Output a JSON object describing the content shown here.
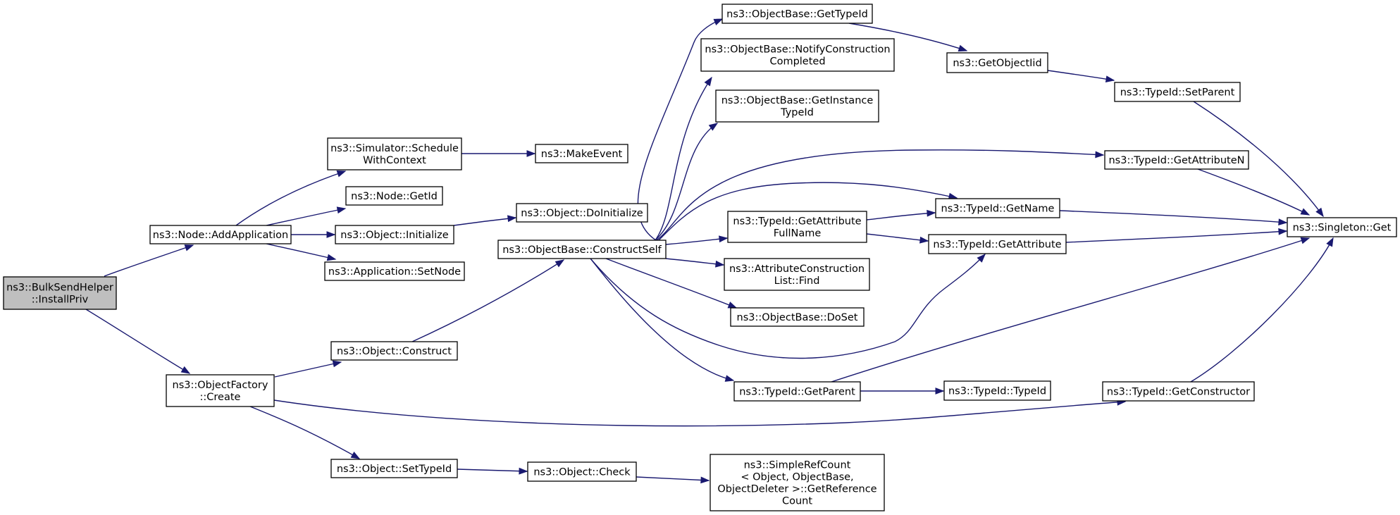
{
  "colors": {
    "edge": "#191970",
    "node_fill": "#ffffff",
    "root_fill": "#bfbfbf",
    "border": "#000000"
  },
  "nodes": [
    {
      "id": "root",
      "lines": [
        "ns3::BulkSendHelper",
        "::InstallPriv"
      ],
      "root": true
    },
    {
      "id": "addApp",
      "lines": [
        "ns3::Node::AddApplication"
      ]
    },
    {
      "id": "factCreate",
      "lines": [
        "ns3::ObjectFactory",
        "::Create"
      ]
    },
    {
      "id": "schedCtx",
      "lines": [
        "ns3::Simulator::Schedule",
        "WithContext"
      ]
    },
    {
      "id": "getId",
      "lines": [
        "ns3::Node::GetId"
      ]
    },
    {
      "id": "objInit",
      "lines": [
        "ns3::Object::Initialize"
      ]
    },
    {
      "id": "appSetNode",
      "lines": [
        "ns3::Application::SetNode"
      ]
    },
    {
      "id": "objConstruct",
      "lines": [
        "ns3::Object::Construct"
      ]
    },
    {
      "id": "objSetTypeId",
      "lines": [
        "ns3::Object::SetTypeId"
      ]
    },
    {
      "id": "makeEvent",
      "lines": [
        "ns3::MakeEvent"
      ]
    },
    {
      "id": "doInit",
      "lines": [
        "ns3::Object::DoInitialize"
      ]
    },
    {
      "id": "constructSelf",
      "lines": [
        "ns3::ObjectBase::ConstructSelf"
      ]
    },
    {
      "id": "objCheck",
      "lines": [
        "ns3::Object::Check"
      ]
    },
    {
      "id": "obGetTypeId",
      "lines": [
        "ns3::ObjectBase::GetTypeId"
      ]
    },
    {
      "id": "notifyCons",
      "lines": [
        "ns3::ObjectBase::NotifyConstruction",
        "Completed"
      ]
    },
    {
      "id": "getInstTid",
      "lines": [
        "ns3::ObjectBase::GetInstance",
        "TypeId"
      ]
    },
    {
      "id": "getAttrFull",
      "lines": [
        "ns3::TypeId::GetAttribute",
        "FullName"
      ]
    },
    {
      "id": "attrFind",
      "lines": [
        "ns3::AttributeConstruction",
        "List::Find"
      ]
    },
    {
      "id": "doSet",
      "lines": [
        "ns3::ObjectBase::DoSet"
      ]
    },
    {
      "id": "getParent",
      "lines": [
        "ns3::TypeId::GetParent"
      ]
    },
    {
      "id": "simpleRef",
      "lines": [
        "ns3::SimpleRefCount",
        "< Object, ObjectBase,",
        "ObjectDeleter >::GetReference",
        "Count"
      ]
    },
    {
      "id": "getObjIid",
      "lines": [
        "ns3::GetObjectIid"
      ]
    },
    {
      "id": "getName",
      "lines": [
        "ns3::TypeId::GetName"
      ]
    },
    {
      "id": "getAttr",
      "lines": [
        "ns3::TypeId::GetAttribute"
      ]
    },
    {
      "id": "tidTypeId",
      "lines": [
        "ns3::TypeId::TypeId"
      ]
    },
    {
      "id": "setParent",
      "lines": [
        "ns3::TypeId::SetParent"
      ]
    },
    {
      "id": "getAttrN",
      "lines": [
        "ns3::TypeId::GetAttributeN"
      ]
    },
    {
      "id": "getCtor",
      "lines": [
        "ns3::TypeId::GetConstructor"
      ]
    },
    {
      "id": "singleton",
      "lines": [
        "ns3::Singleton::Get"
      ]
    }
  ]
}
